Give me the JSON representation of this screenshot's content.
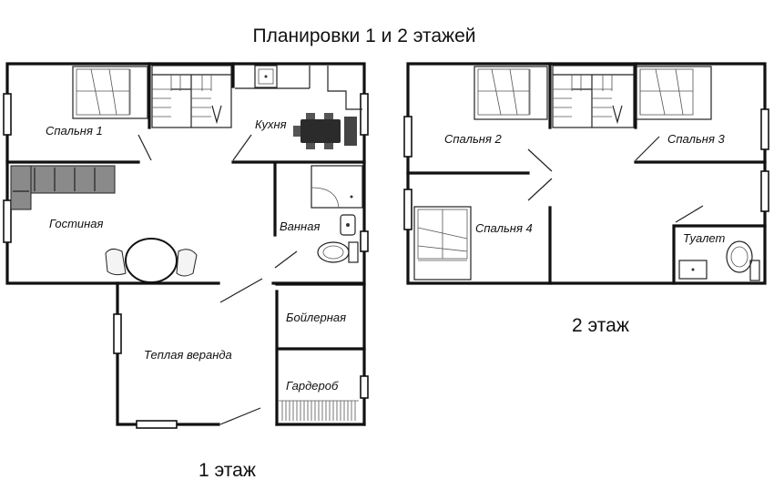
{
  "title": "Планировки 1 и 2 этажей",
  "floor1": {
    "caption": "1 этаж",
    "rooms": {
      "bedroom1": "Спальня 1",
      "kitchen": "Кухня",
      "living": "Гостиная",
      "bathroom": "Ванная",
      "boiler": "Бойлерная",
      "veranda": "Теплая веранда",
      "wardrobe": "Гардероб"
    }
  },
  "floor2": {
    "caption": "2 этаж",
    "rooms": {
      "bedroom2": "Спальня 2",
      "bedroom3": "Спальня 3",
      "bedroom4": "Спальня 4",
      "toilet": "Туалет"
    }
  },
  "icons": [
    "bed-icon",
    "staircase-icon",
    "sink-icon",
    "dining-table-icon",
    "sofa-icon",
    "shower-icon",
    "toilet-icon",
    "round-table-icon",
    "armchair-icon"
  ]
}
